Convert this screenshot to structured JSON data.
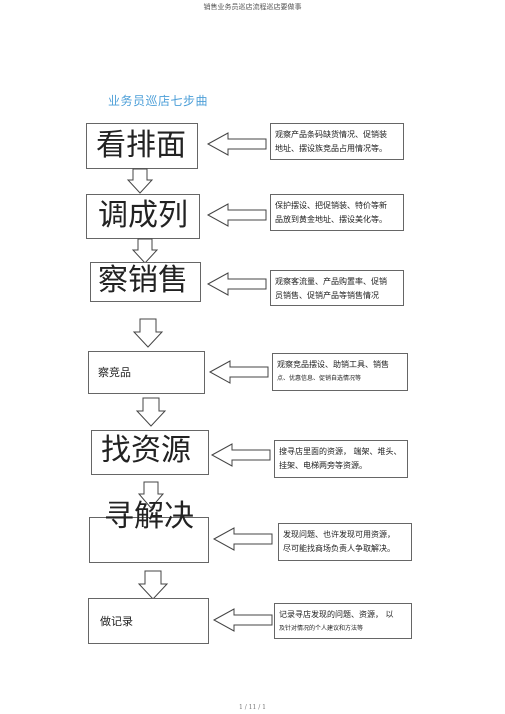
{
  "header": {
    "title": "销售业务员巡店流程巡店要做事"
  },
  "diagram": {
    "title": "业务员巡店七步曲"
  },
  "steps": [
    {
      "label": "看排面",
      "desc_line1": "观察产品条码缺货情况、促销装",
      "desc_line2": "地址、摆设族竞品占用情况等。"
    },
    {
      "label": "调成列",
      "desc_line1": "保护摆设、把促销装、特价等新",
      "desc_line2": "品放到黄金地址、摆设美化等。"
    },
    {
      "label": "察销售",
      "desc_line1": "观察客流量、产品购置率、促销",
      "desc_line2": "员销售、促销产品等销售情况"
    },
    {
      "label": "察竞品",
      "desc_line1": "观察竞品摆设、助销工具、销售",
      "desc_line2": "点、优惠信息、促销自选情况等"
    },
    {
      "label": "找资源",
      "desc_line1": "搜寻店里面的资源， 端架、堆头、",
      "desc_line2": "挂架、电梯两旁等资源。"
    },
    {
      "label": "寻解决",
      "desc_line1": "发现问题、也许发现可用资源，",
      "desc_line2": "尽可能找商场负责人争取解决。"
    },
    {
      "label": "做记录",
      "desc_line1": "记录寻店发现的问题、资源， 以",
      "desc_line2": "及针对情况的个人建议和方法等"
    }
  ],
  "footer": {
    "page": "1 / 11 / 1"
  }
}
